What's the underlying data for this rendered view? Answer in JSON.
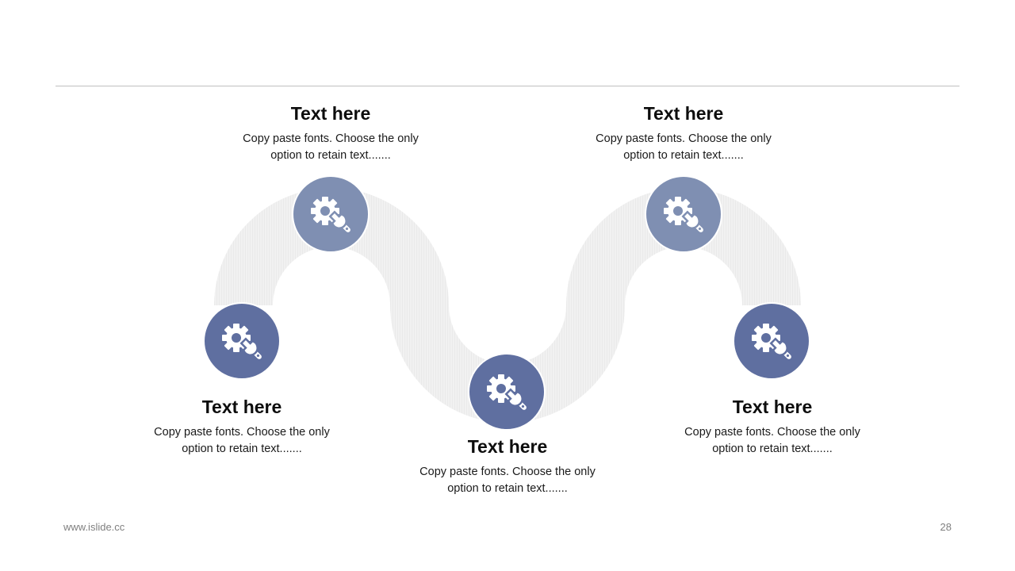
{
  "nodes": [
    {
      "title": "Text here",
      "desc_line1": "Copy paste fonts. Choose the only",
      "desc_line2": "option to retain text.......",
      "color": "#5f6fa0",
      "icon": "gear-wrench-icon"
    },
    {
      "title": "Text here",
      "desc_line1": "Copy paste fonts. Choose the only",
      "desc_line2": "option to retain text.......",
      "color": "#7f8fb2",
      "icon": "gear-wrench-icon"
    },
    {
      "title": "Text here",
      "desc_line1": "Copy paste fonts. Choose the only",
      "desc_line2": "option to retain text.......",
      "color": "#5f6fa0",
      "icon": "gear-wrench-icon"
    },
    {
      "title": "Text here",
      "desc_line1": "Copy paste fonts. Choose the only",
      "desc_line2": "option to retain text.......",
      "color": "#7f8fb2",
      "icon": "gear-wrench-icon"
    },
    {
      "title": "Text here",
      "desc_line1": "Copy paste fonts. Choose the only",
      "desc_line2": "option to retain text.......",
      "color": "#5f6fa0",
      "icon": "gear-wrench-icon"
    }
  ],
  "colors": {
    "wave": "#eeeeee",
    "rule": "#bfbfbf"
  },
  "footer": {
    "website": "www.islide.cc",
    "page_number": "28"
  }
}
